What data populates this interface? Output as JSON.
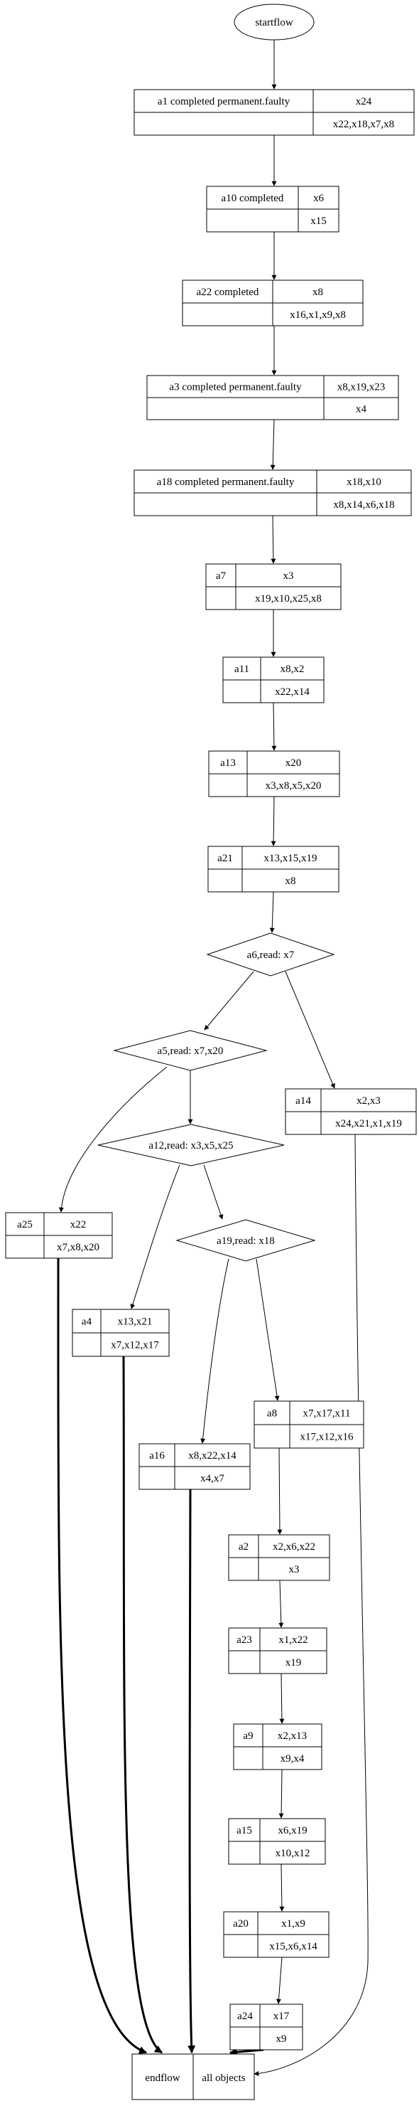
{
  "start_label": "startflow",
  "nodes": {
    "a1": {
      "label": "a1 completed permanent.faulty",
      "top": "x24",
      "bottom": "x22,x18,x7,x8"
    },
    "a10": {
      "label": "a10 completed",
      "top": "x6",
      "bottom": "x15"
    },
    "a22": {
      "label": "a22 completed",
      "top": "x8",
      "bottom": "x16,x1,x9,x8"
    },
    "a3": {
      "label": "a3 completed permanent.faulty",
      "top": "x8,x19,x23",
      "bottom": "x4"
    },
    "a18": {
      "label": "a18 completed permanent.faulty",
      "top": "x18,x10",
      "bottom": "x8,x14,x6,x18"
    },
    "a7": {
      "label": "a7",
      "top": "x3",
      "bottom": "x19,x10,x25,x8"
    },
    "a11": {
      "label": "a11",
      "top": "x8,x2",
      "bottom": "x22,x14"
    },
    "a13": {
      "label": "a13",
      "top": "x20",
      "bottom": "x3,x8,x5,x20"
    },
    "a21": {
      "label": "a21",
      "top": "x13,x15,x19",
      "bottom": "x8"
    },
    "a14": {
      "label": "a14",
      "top": "x2,x3",
      "bottom": "x24,x21,x1,x19"
    },
    "a25": {
      "label": "a25",
      "top": "x22",
      "bottom": "x7,x8,x20"
    },
    "a4": {
      "label": "a4",
      "top": "x13,x21",
      "bottom": "x7,x12,x17"
    },
    "a8": {
      "label": "a8",
      "top": "x7,x17,x11",
      "bottom": "x17,x12,x16"
    },
    "a16": {
      "label": "a16",
      "top": "x8,x22,x14",
      "bottom": "x4,x7"
    },
    "a2": {
      "label": "a2",
      "top": "x2,x6,x22",
      "bottom": "x3"
    },
    "a23": {
      "label": "a23",
      "top": "x1,x22",
      "bottom": "x19"
    },
    "a9": {
      "label": "a9",
      "top": "x2,x13",
      "bottom": "x9,x4"
    },
    "a15": {
      "label": "a15",
      "top": "x6,x19",
      "bottom": "x10,x12"
    },
    "a20": {
      "label": "a20",
      "top": "x1,x9",
      "bottom": "x15,x6,x14"
    },
    "a24": {
      "label": "a24",
      "top": "x17",
      "bottom": "x9"
    }
  },
  "decisions": {
    "a6": "a6,read: x7",
    "a5": "a5,read: x7,x20",
    "a12": "a12,read: x3,x5,x25",
    "a19": "a19,read: x18"
  },
  "end": {
    "left": "endflow",
    "right": "all objects"
  }
}
